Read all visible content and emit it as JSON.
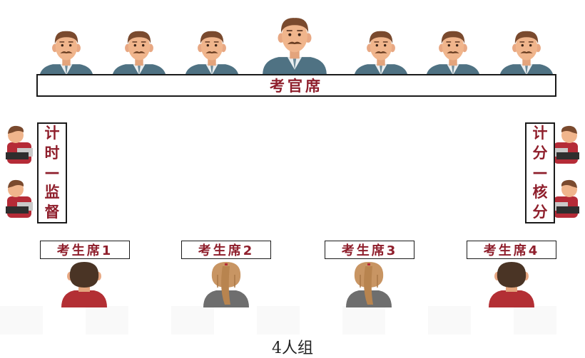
{
  "examiner_table": {
    "label": "考官席"
  },
  "left_panel": {
    "chars": [
      "计",
      "时",
      "—",
      "监",
      "督"
    ]
  },
  "right_panel": {
    "chars": [
      "计",
      "分",
      "—",
      "核",
      "分"
    ]
  },
  "candidate_seats": [
    {
      "label": "考生席1"
    },
    {
      "label": "考生席2"
    },
    {
      "label": "考生席3"
    },
    {
      "label": "考生席4"
    }
  ],
  "caption": "4人组",
  "colors": {
    "suit": "#4f7283",
    "skin": "#f0b58c",
    "hair_dark": "#7a4a2e",
    "label_text": "#8f1f2c",
    "staff_shirt": "#b52b37",
    "candidate_boy_shirt": "#b32f34",
    "candidate_girl_hair": "#c89563"
  }
}
